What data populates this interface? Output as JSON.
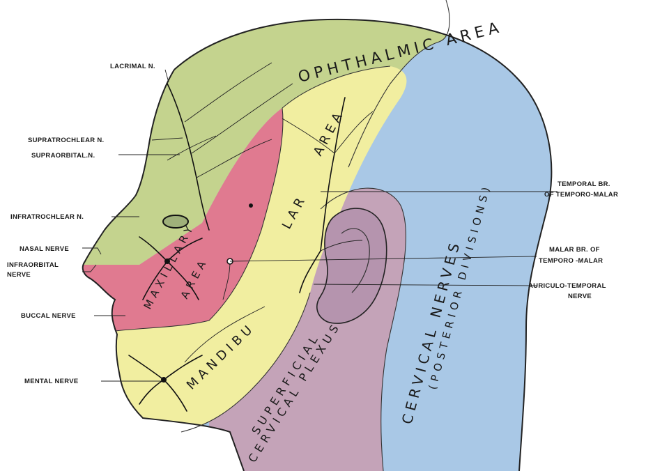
{
  "colors": {
    "ophthalmic": "#c4d38e",
    "maxillary": "#e07a90",
    "mandibular": "#f1eea0",
    "cervical": "#a9c8e6",
    "plexus": "#c4a3b8"
  },
  "areas": {
    "ophthalmic": "OPHTHALMIC AREA",
    "maxillary_1": "MAXILLARY",
    "maxillary_2": "AREA",
    "mandibular_upper": "AREA",
    "mandibular_mid": "LAR",
    "mandibular_lower": "MANDIBU",
    "cervical_1": "CERVICAL NERVES",
    "cervical_2": "(POSTERIOR DIVISIONS)",
    "plexus_1": "SUPERFICIAL",
    "plexus_2": "CERVICAL PLEXUS"
  },
  "labels": {
    "lacrimal": "LACRIMAL N.",
    "supratrochlear": "SUPRATROCHLEAR N.",
    "supraorbital": "SUPRAORBITAL.N.",
    "infratrochlear": "INFRATROCHLEAR N.",
    "nasal": "NASAL NERVE",
    "infraorbital_1": "INFRAORBITAL",
    "infraorbital_2": "NERVE",
    "buccal": "BUCCAL NERVE",
    "mental": "MENTAL NERVE",
    "temporal_1": "TEMPORAL BR.",
    "temporal_2": "OF TEMPORO-MALAR",
    "malar_1": "MALAR BR. OF",
    "malar_2": "TEMPORO -MALAR",
    "auriculo_1": "AURICULO-TEMPORAL",
    "auriculo_2": "NERVE"
  }
}
